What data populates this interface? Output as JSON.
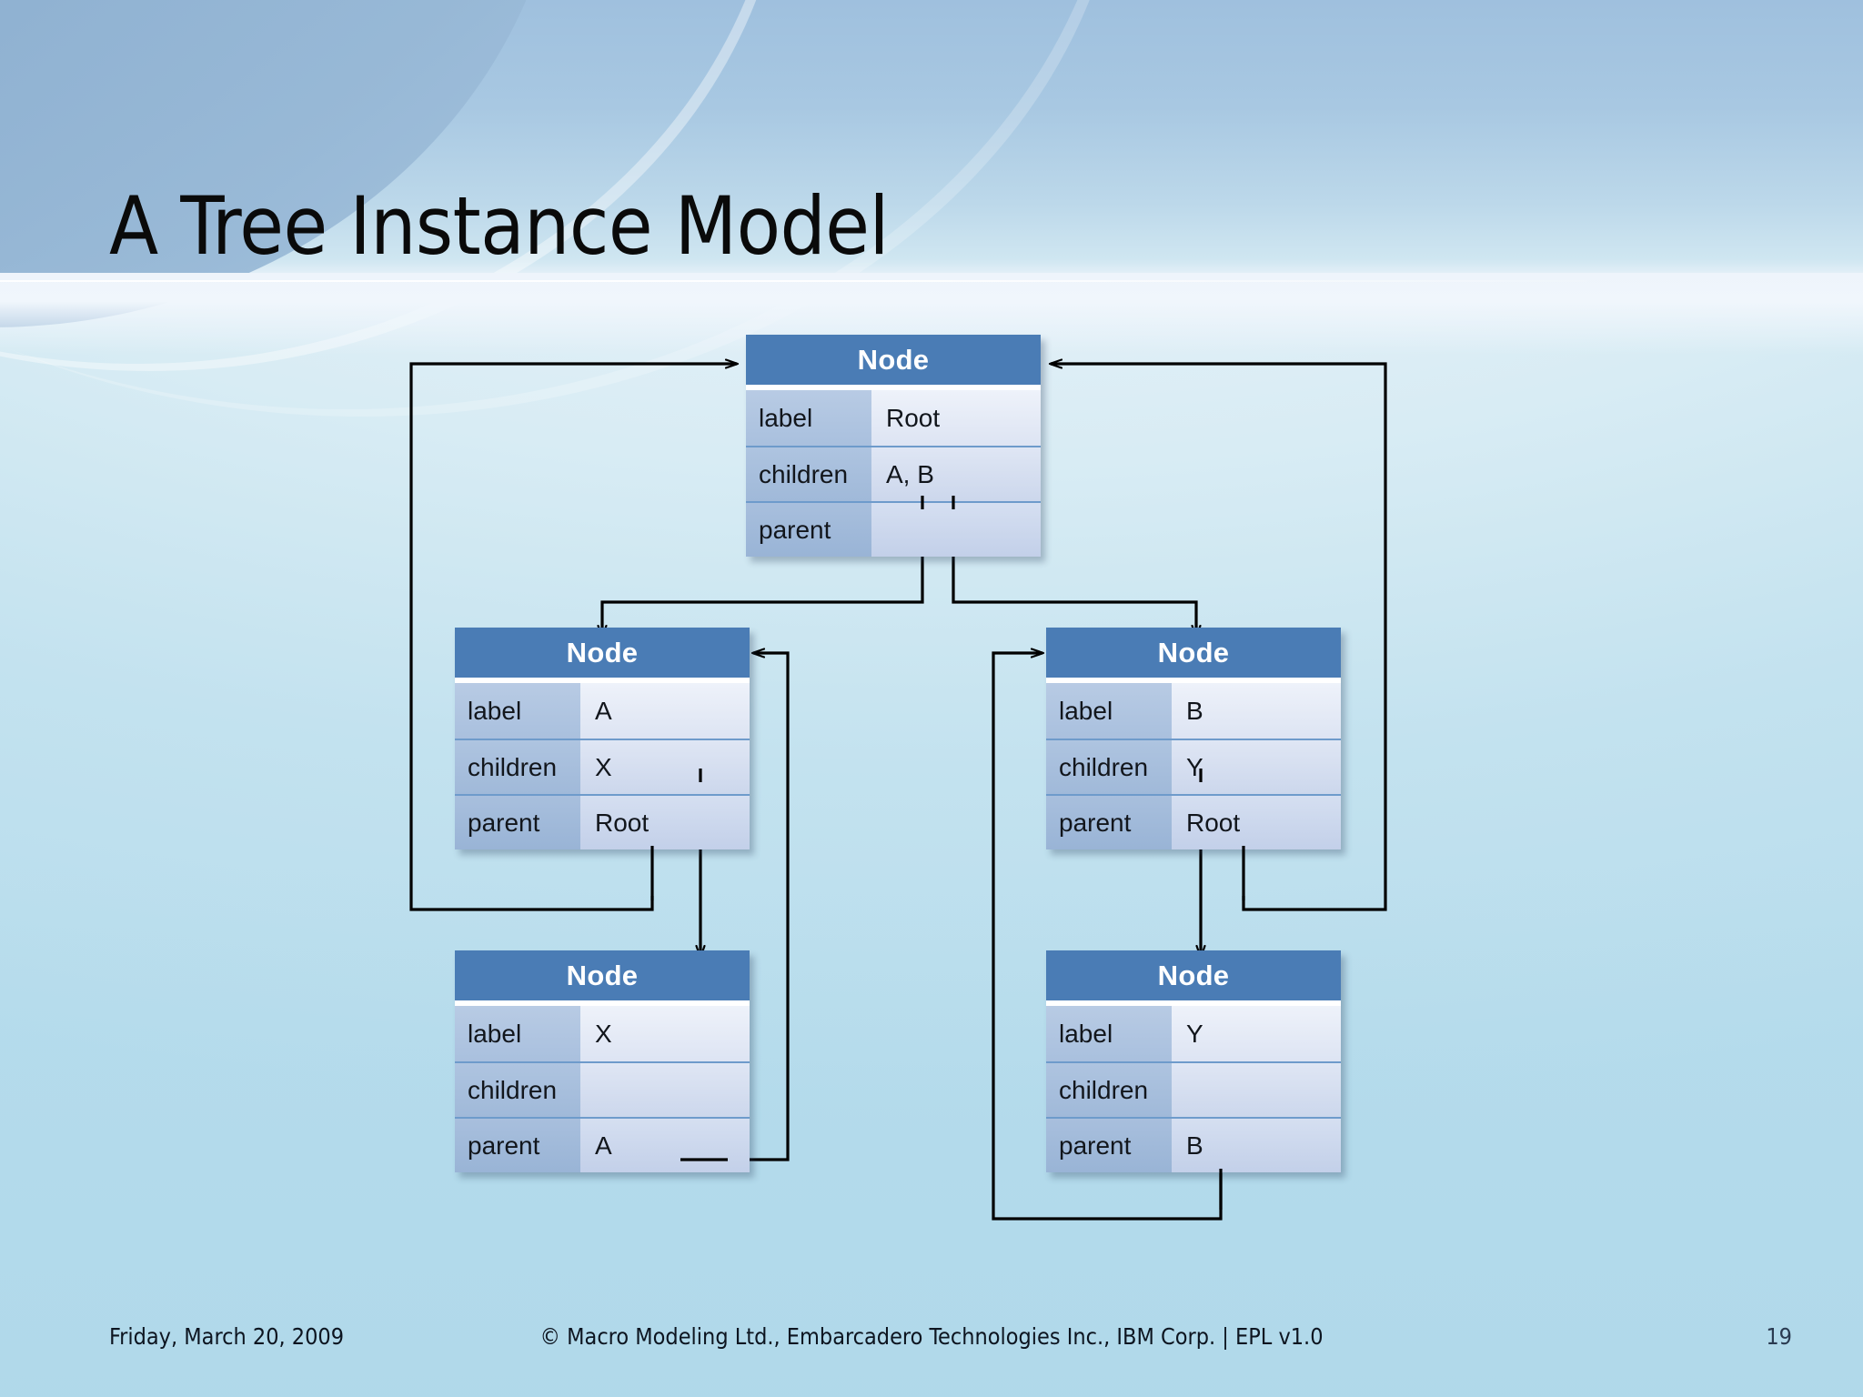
{
  "slide": {
    "title": "A Tree Instance Model",
    "accent_header_color": "#4a7cb5",
    "background_color": "#bfe0ee"
  },
  "diagram": {
    "type": "object-instance-diagram",
    "row_keys": [
      "label",
      "children",
      "parent"
    ],
    "nodes": [
      {
        "id": "root",
        "title": "Node",
        "rows": [
          {
            "key": "label",
            "value": "Root"
          },
          {
            "key": "children",
            "value": "A, B"
          },
          {
            "key": "parent",
            "value": ""
          }
        ]
      },
      {
        "id": "a",
        "title": "Node",
        "rows": [
          {
            "key": "label",
            "value": "A"
          },
          {
            "key": "children",
            "value": "X"
          },
          {
            "key": "parent",
            "value": "Root"
          }
        ]
      },
      {
        "id": "b",
        "title": "Node",
        "rows": [
          {
            "key": "label",
            "value": "B"
          },
          {
            "key": "children",
            "value": "Y"
          },
          {
            "key": "parent",
            "value": "Root"
          }
        ]
      },
      {
        "id": "x",
        "title": "Node",
        "rows": [
          {
            "key": "label",
            "value": "X"
          },
          {
            "key": "children",
            "value": ""
          },
          {
            "key": "parent",
            "value": "A"
          }
        ]
      },
      {
        "id": "y",
        "title": "Node",
        "rows": [
          {
            "key": "label",
            "value": "Y"
          },
          {
            "key": "children",
            "value": ""
          },
          {
            "key": "parent",
            "value": "B"
          }
        ]
      }
    ],
    "links": [
      {
        "from": "root.children[0]",
        "to": "a",
        "kind": "children"
      },
      {
        "from": "root.children[1]",
        "to": "b",
        "kind": "children"
      },
      {
        "from": "a.parent",
        "to": "root",
        "kind": "parent"
      },
      {
        "from": "b.parent",
        "to": "root",
        "kind": "parent"
      },
      {
        "from": "a.children[0]",
        "to": "x",
        "kind": "children"
      },
      {
        "from": "b.children[0]",
        "to": "y",
        "kind": "children"
      },
      {
        "from": "x.parent",
        "to": "a",
        "kind": "parent"
      },
      {
        "from": "y.parent",
        "to": "b",
        "kind": "parent"
      }
    ]
  },
  "footer": {
    "date": "Friday, March 20, 2009",
    "copyright": "© Macro Modeling Ltd., Embarcadero Technologies Inc., IBM Corp. | EPL v1.0",
    "page_number": "19"
  }
}
